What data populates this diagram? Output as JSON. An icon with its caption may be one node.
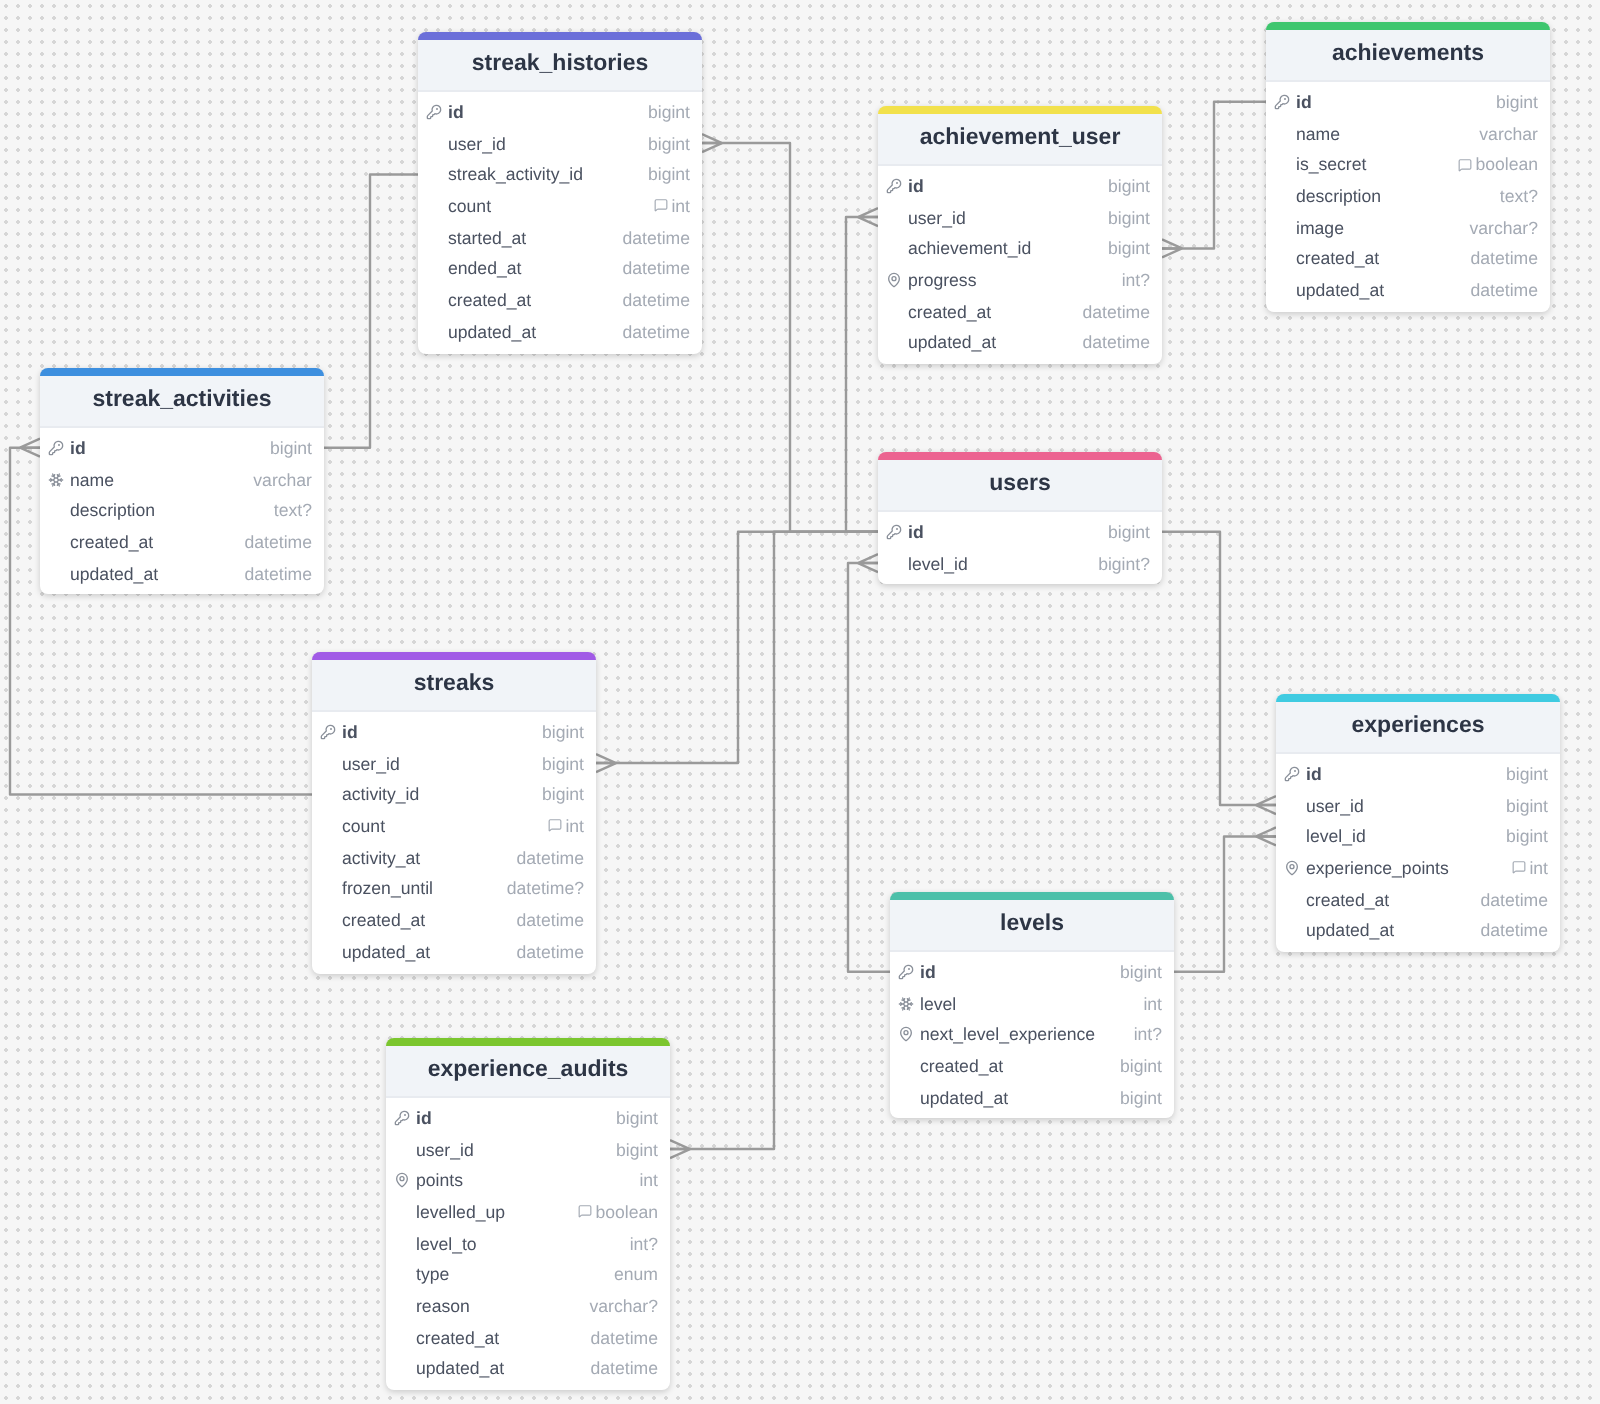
{
  "diagram": {
    "nodes": [
      {
        "text": [
          "streak_histories"
        ]
      },
      {
        "text": [
          "id",
          "bigint"
        ],
        "in": 0
      },
      {
        "text": [
          "user_id",
          "bigint"
        ],
        "in": 0
      },
      {
        "text": [
          "streak_activity_id",
          "bigint"
        ],
        "in": 0
      },
      {
        "text": [
          "count",
          "int"
        ],
        "in": 0
      },
      {
        "text": [
          "started_at",
          "datetime"
        ],
        "in": 0
      },
      {
        "text": [
          "ended_at",
          "datetime"
        ],
        "in": 0
      },
      {
        "text": [
          "created_at",
          "datetime"
        ],
        "in": 0
      },
      {
        "text": [
          "updated_at",
          "datetime"
        ],
        "in": 0
      },
      {
        "text": [
          "achievement_user"
        ]
      },
      {
        "text": [
          "id",
          "bigint"
        ],
        "in": 9
      },
      {
        "text": [
          "user_id",
          "bigint"
        ],
        "in": 9
      },
      {
        "text": [
          "achievement_id",
          "bigint"
        ],
        "in": 9
      },
      {
        "text": [
          "progress",
          "int?"
        ],
        "in": 9
      },
      {
        "text": [
          "created_at",
          "datetime"
        ],
        "in": 9
      },
      {
        "text": [
          "updated_at",
          "datetime"
        ],
        "in": 9
      },
      {
        "text": [
          "achievements"
        ]
      },
      {
        "text": [
          "id",
          "bigint"
        ],
        "in": 16
      },
      {
        "text": [
          "name",
          "varchar"
        ],
        "in": 16
      },
      {
        "text": [
          "is_secret",
          "boolean"
        ],
        "in": 16
      },
      {
        "text": [
          "description",
          "text?"
        ],
        "in": 16
      },
      {
        "text": [
          "image",
          "varchar?"
        ],
        "in": 16
      },
      {
        "text": [
          "created_at",
          "datetime"
        ],
        "in": 16
      },
      {
        "text": [
          "updated_at",
          "datetime"
        ],
        "in": 16
      },
      {
        "text": [
          "streak_activities"
        ]
      },
      {
        "text": [
          "id",
          "bigint"
        ],
        "in": 24
      },
      {
        "text": [
          "name",
          "varchar"
        ],
        "in": 24
      },
      {
        "text": [
          "description",
          "text?"
        ],
        "in": 24
      },
      {
        "text": [
          "created_at",
          "datetime"
        ],
        "in": 24
      },
      {
        "text": [
          "updated_at",
          "datetime"
        ],
        "in": 24
      },
      {
        "text": [
          "users"
        ]
      },
      {
        "text": [
          "id",
          "bigint"
        ],
        "in": 30
      },
      {
        "text": [
          "level_id",
          "bigint?"
        ],
        "in": 30
      },
      {
        "text": [
          "streaks"
        ]
      },
      {
        "text": [
          "id",
          "bigint"
        ],
        "in": 33
      },
      {
        "text": [
          "user_id",
          "bigint"
        ],
        "in": 33
      },
      {
        "text": [
          "activity_id",
          "bigint"
        ],
        "in": 33
      },
      {
        "text": [
          "count",
          "int"
        ],
        "in": 33
      },
      {
        "text": [
          "activity_at",
          "datetime"
        ],
        "in": 33
      },
      {
        "text": [
          "frozen_until",
          "datetime?"
        ],
        "in": 33
      },
      {
        "text": [
          "created_at",
          "datetime"
        ],
        "in": 33
      },
      {
        "text": [
          "updated_at",
          "datetime"
        ],
        "in": 33
      },
      {
        "text": [
          "experiences"
        ]
      },
      {
        "text": [
          "id",
          "bigint"
        ],
        "in": 42
      },
      {
        "text": [
          "user_id",
          "bigint"
        ],
        "in": 42
      },
      {
        "text": [
          "level_id",
          "bigint"
        ],
        "in": 42
      },
      {
        "text": [
          "experience_points",
          "int"
        ],
        "in": 42
      },
      {
        "text": [
          "created_at",
          "datetime"
        ],
        "in": 42
      },
      {
        "text": [
          "updated_at",
          "datetime"
        ],
        "in": 42
      },
      {
        "text": [
          "levels"
        ]
      },
      {
        "text": [
          "id",
          "bigint"
        ],
        "in": 49
      },
      {
        "text": [
          "level",
          "int"
        ],
        "in": 49
      },
      {
        "text": [
          "next_level_experience",
          "int?"
        ],
        "in": 49
      },
      {
        "text": [
          "created_at",
          "bigint"
        ],
        "in": 49
      },
      {
        "text": [
          "updated_at",
          "bigint"
        ],
        "in": 49
      },
      {
        "text": [
          "experience_audits"
        ]
      },
      {
        "text": [
          "id",
          "bigint"
        ],
        "in": 55
      },
      {
        "text": [
          "user_id",
          "bigint"
        ],
        "in": 55
      },
      {
        "text": [
          "points",
          "int"
        ],
        "in": 55
      },
      {
        "text": [
          "levelled_up",
          "boolean"
        ],
        "in": 55
      },
      {
        "text": [
          "level_to",
          "int?"
        ],
        "in": 55
      },
      {
        "text": [
          "type",
          "enum"
        ],
        "in": 55
      },
      {
        "text": [
          "reason",
          "varchar?"
        ],
        "in": 55
      },
      {
        "text": [
          "created_at",
          "datetime"
        ],
        "in": 55
      },
      {
        "text": [
          "updated_at",
          "datetime"
        ],
        "in": 55
      }
    ],
    "edges": [
      {
        "from": 17,
        "to": 12,
        "arrow": "other"
      },
      {
        "from": 31,
        "to": 2,
        "arrow": "other"
      },
      {
        "from": 25,
        "to": 3,
        "arrow": "none"
      },
      {
        "from": 31,
        "to": 11,
        "arrow": "other"
      },
      {
        "from": 36,
        "to": 25,
        "arrow": "other"
      },
      {
        "from": 31,
        "to": 35,
        "arrow": "other"
      },
      {
        "from": 31,
        "to": 44,
        "arrow": "other"
      },
      {
        "from": 50,
        "to": 32,
        "arrow": "other"
      },
      {
        "from": 50,
        "to": 45,
        "arrow": "other"
      },
      {
        "from": 31,
        "to": 57,
        "arrow": "other"
      }
    ]
  }
}
